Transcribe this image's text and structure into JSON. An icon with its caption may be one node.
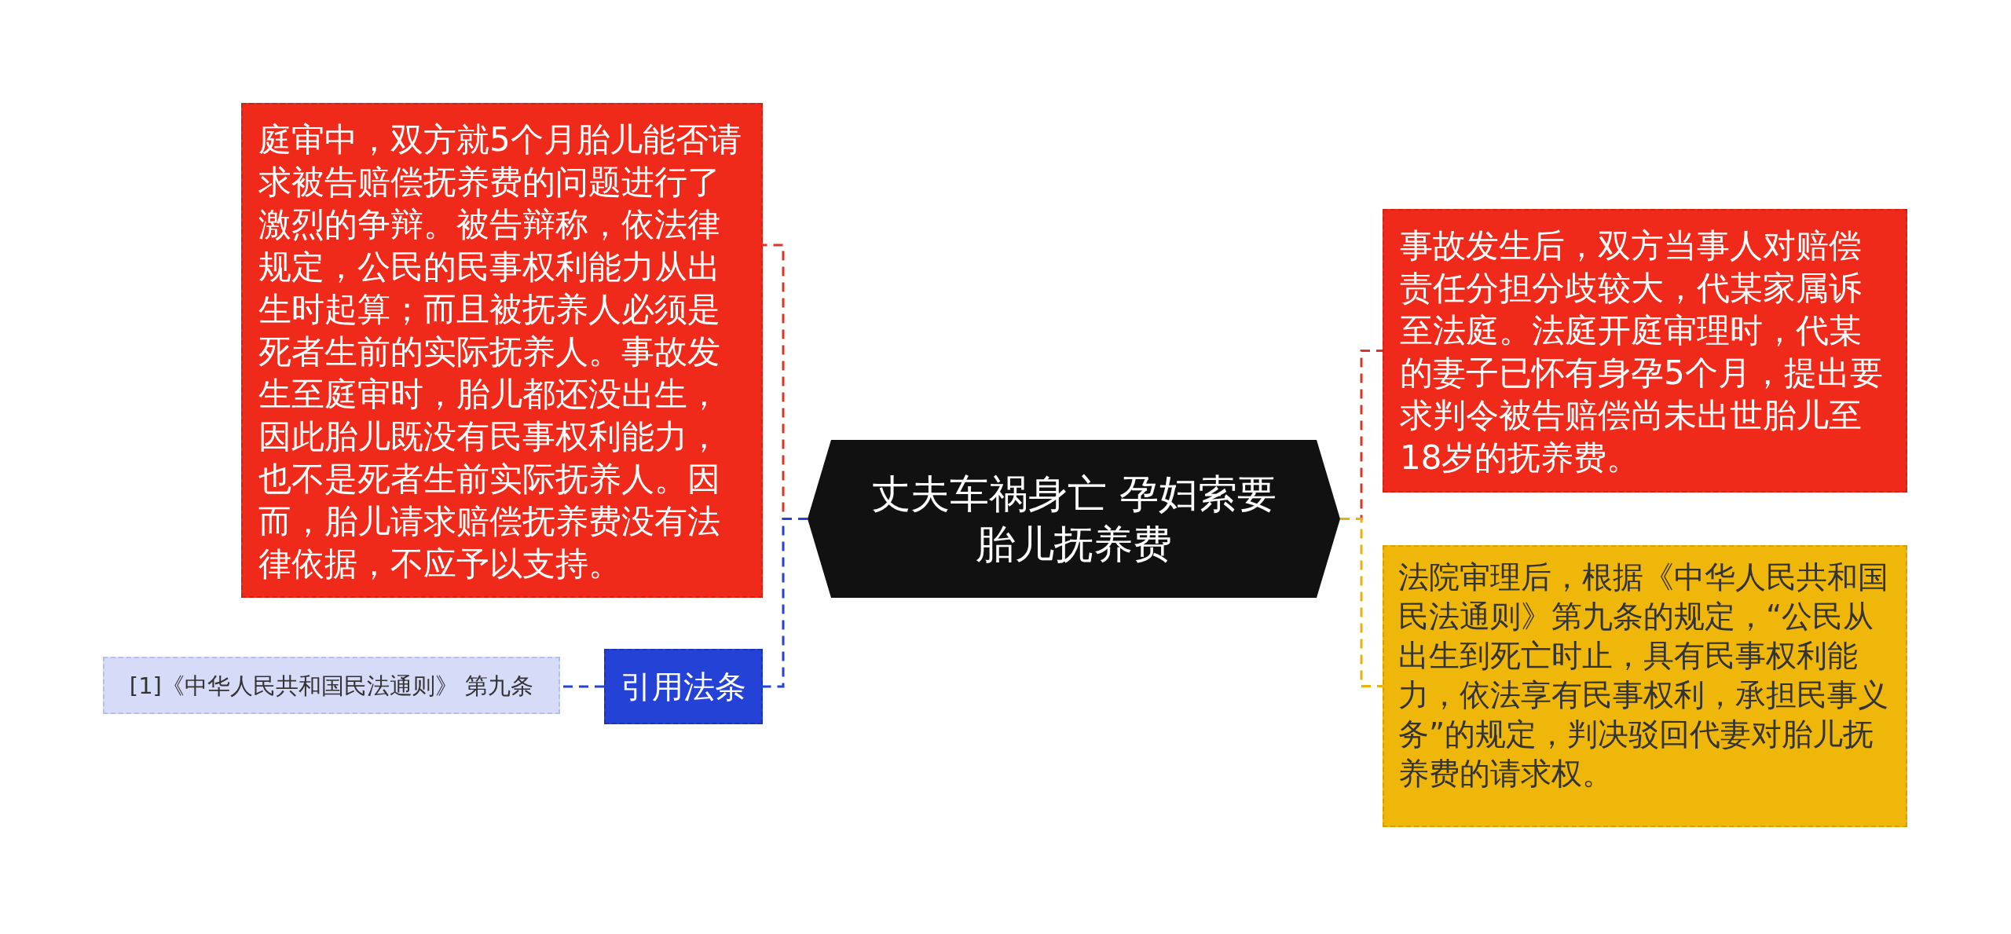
{
  "diagram": {
    "nodes": [
      {
        "text": [
          "丈夫车祸身亡 孕妇索要胎儿抚养费"
        ]
      },
      {
        "text": [
          "庭审中，双方就5个月胎儿能否请求被告赔偿抚养费的问题进行了激烈的争辩。被告辩称，依法律规定，公民的民事权利能力从出生时起算；而且被抚养人必须是死者生前的实际抚养人。事故发生至庭审时，胎儿都还没出生，因此胎儿既没有民事权利能力，也不是死者生前实际抚养人。因而，胎儿请求赔偿抚养费没有法律依据，不应予以支持。"
        ]
      },
      {
        "text": [
          "引用法条"
        ]
      },
      {
        "text": [
          "[1]《中华人民共和国民法通则》 第九条"
        ]
      },
      {
        "text": [
          "事故发生后，双方当事人对赔偿责任分担分歧较大，代某家属诉至法庭。法庭开庭审理时，代某的妻子已怀有身孕5个月，提出要求判令被告赔偿尚未出世胎儿至18岁的抚养费。"
        ]
      },
      {
        "text": [
          "法院审理后，根据《中华人民共和国民法通则》第九条的规定，“公民从出生到死亡时止，具有民事权利能力，依法享有民事权利，承担民事义务”的规定，判决驳回代妻对胎儿抚养费的请求权。"
        ]
      }
    ],
    "edges": [
      {
        "from": 0,
        "to": 1,
        "arrow": "none",
        "style": "dashed",
        "color": "#d9362a"
      },
      {
        "from": 0,
        "to": 2,
        "arrow": "none",
        "style": "dashed",
        "color": "#2443d6"
      },
      {
        "from": 2,
        "to": 3,
        "arrow": "none",
        "style": "dashed",
        "color": "#2443d6"
      },
      {
        "from": 0,
        "to": 4,
        "arrow": "none",
        "style": "dashed",
        "color": "#d9362a"
      },
      {
        "from": 0,
        "to": 5,
        "arrow": "none",
        "style": "dashed",
        "color": "#e8b10f"
      }
    ]
  }
}
